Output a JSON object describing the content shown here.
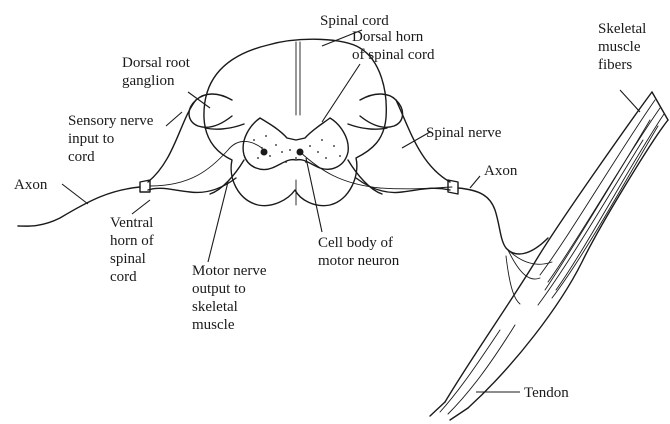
{
  "labels": {
    "spinal_cord": "Spinal cord",
    "dorsal_root_ganglion": [
      "Dorsal root",
      "ganglion"
    ],
    "dorsal_horn": [
      "Dorsal horn",
      "of spinal cord"
    ],
    "skeletal_muscle_fibers": [
      "Skeletal",
      "muscle",
      "fibers"
    ],
    "sensory_nerve_input": [
      "Sensory nerve",
      "input to",
      "cord"
    ],
    "spinal_nerve": "Spinal nerve",
    "axon_left": "Axon",
    "axon_right": "Axon",
    "ventral_horn": [
      "Ventral",
      "horn of",
      "spinal",
      "cord"
    ],
    "motor_nerve_output": [
      "Motor nerve",
      "output to",
      "skeletal",
      "muscle"
    ],
    "cell_body": [
      "Cell body of",
      "motor neuron"
    ],
    "tendon": "Tendon"
  },
  "colors": {
    "ink": "#1a1a1a",
    "background": "#ffffff"
  }
}
